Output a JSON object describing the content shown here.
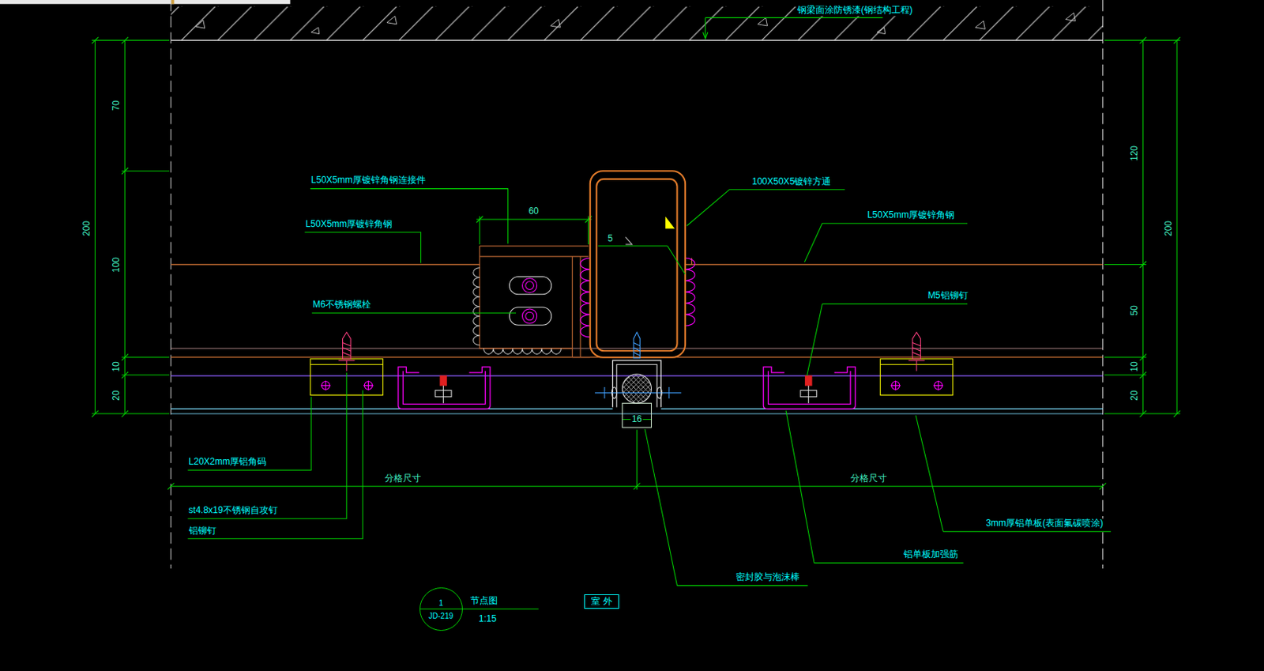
{
  "diagram": {
    "nodes": [
      {
        "text": [
          "1",
          "JD-219"
        ]
      },
      {
        "text": [
          "室 外"
        ]
      }
    ],
    "labels": [
      "钢梁面涂防锈漆(钢结构工程)",
      "70",
      "200",
      "100",
      "10",
      "20",
      "120",
      "200",
      "50",
      "10",
      "20",
      "L50X5mm厚镀锌角钢连接件",
      "60",
      "100X50X5镀锌方通",
      "L50X5mm厚镀锌角钢",
      "5",
      "L50X5mm厚镀锌角钢",
      "M6不锈钢螺栓",
      "M5铝铆钉",
      "16",
      "L20X2mm厚铝角码",
      "分格尺寸",
      "分格尺寸",
      "st4.8x19不锈钢自攻钉",
      "铝铆钉",
      "3mm厚铝单板(表面氟碳喷涂)",
      "铝单板加强筋",
      "密封胶与泡沫棒",
      "节点图",
      "1:15"
    ]
  }
}
